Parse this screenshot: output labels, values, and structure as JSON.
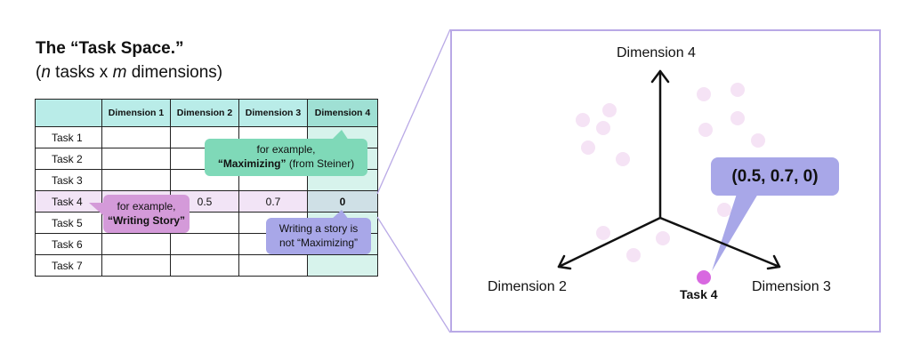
{
  "title": "The “Task Space.”",
  "subtitle": {
    "n": "n",
    "mid": " tasks x ",
    "m": "m",
    "end": " dimensions)",
    "open": "("
  },
  "table": {
    "headers": [
      "",
      "Dimension 1",
      "Dimension 2",
      "Dimension 3",
      "Dimension 4"
    ],
    "rows": [
      {
        "label": "Task 1",
        "cells": [
          "",
          "",
          "",
          ""
        ]
      },
      {
        "label": "Task 2",
        "cells": [
          "",
          "",
          "",
          ""
        ]
      },
      {
        "label": "Task 3",
        "cells": [
          "",
          "",
          "",
          ""
        ]
      },
      {
        "label": "Task 4",
        "cells": [
          "",
          "0.5",
          "0.7",
          "0"
        ]
      },
      {
        "label": "Task 5",
        "cells": [
          "",
          "",
          "",
          ""
        ]
      },
      {
        "label": "Task 6",
        "cells": [
          "",
          "",
          "",
          ""
        ]
      },
      {
        "label": "Task 7",
        "cells": [
          "",
          "",
          "",
          ""
        ]
      }
    ]
  },
  "callouts": {
    "green": {
      "line1": "for example,",
      "bold": "“Maximizing”",
      "rest": " (from Steiner)"
    },
    "pink": {
      "line1": "for example,",
      "bold": "“Writing Story”"
    },
    "purple": {
      "line1": "Writing a story is",
      "line2": "not “Maximizing”"
    }
  },
  "plot": {
    "axis_top": "Dimension 4",
    "axis_left": "Dimension 2",
    "axis_right": "Dimension 3",
    "coordinate": "(0.5, 0.7, 0)",
    "point_label": "Task 4"
  },
  "colors": {
    "header": "#b9ece8",
    "dim4": "#d7f3ec",
    "highlight_row": "#f2e4f6",
    "green": "#7fd9b8",
    "pink": "#d49ad9",
    "purple": "#a8a7e8",
    "point": "#d868e0",
    "dots": "#f5e3f5",
    "panel_border": "#b9a9e6"
  }
}
